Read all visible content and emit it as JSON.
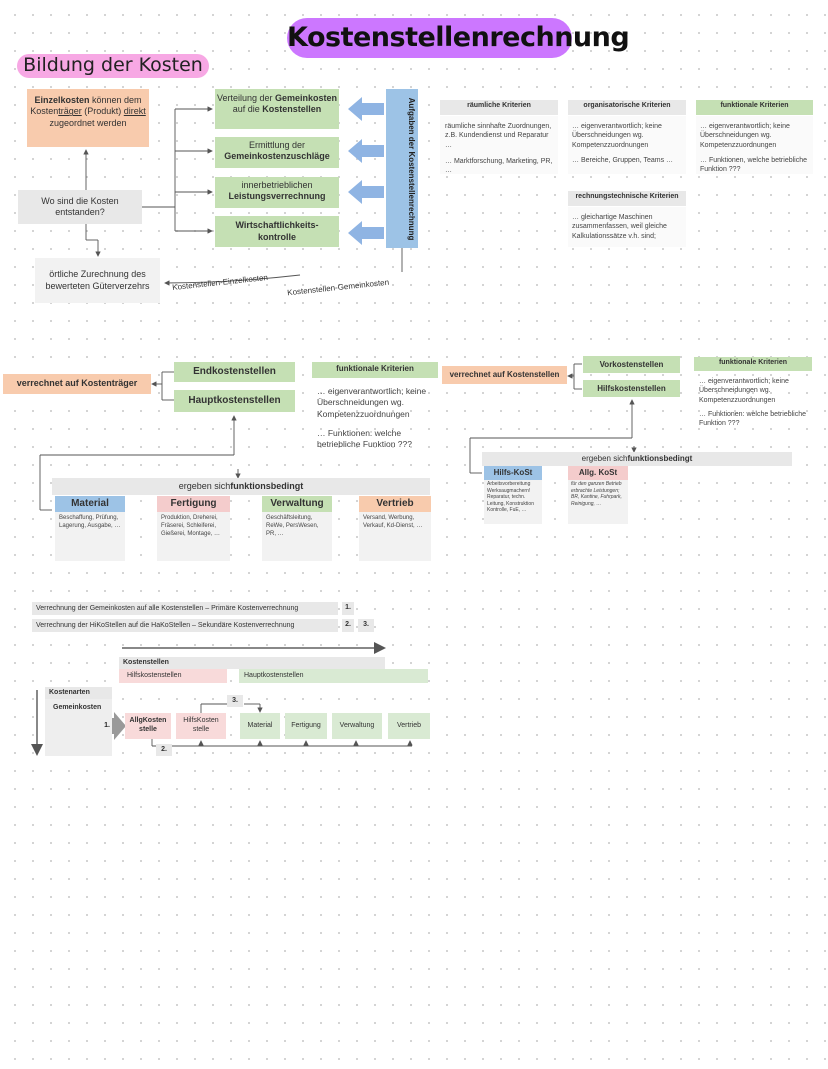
{
  "title": "Kostenstellenrechnung",
  "subtitle": "Bildung der Kosten",
  "section1": {
    "einzel_pre": "Einzelkosten",
    "einzel_mid": " können dem Kosten",
    "einzel_traeger": "träger",
    "einzel_post1": " (Produkt) ",
    "einzel_direkt": "direkt",
    "einzel_post2": " zugeordnet werden",
    "question": "Wo sind die Kosten entstanden?",
    "oertlich": "örtliche Zurechnung des bewerteten Güterverzehrs",
    "task1_pre": "Verteilung der ",
    "task1_b1": "Gemeinkosten",
    "task1_mid": " auf die ",
    "task1_b2": "Kostenstellen",
    "task2_pre": "Ermittlung der ",
    "task2_b": "Gemeinkostenzuschläge",
    "task3_pre": "innerbetrieblichen ",
    "task3_b": "Leistungsverrechnung",
    "task4_b": "Wirtschaftlichkeits-kontrolle",
    "aufgaben": "Aufgaben der Kostenstellenrechnung",
    "ks_einzel": "Kostenstellen-Einzelkosten",
    "ks_gemein": "Kostenstellen-Gemeinkosten"
  },
  "criteria": {
    "raeumlich_h": "räumliche Kriterien",
    "raeumlich_t1": "räumliche sinnhafte Zuordnungen, z.B. Kundendienst und Reparatur …",
    "raeumlich_t2": "… Marktforschung, Marketing, PR, …",
    "org_h": "organisatorische Kriterien",
    "org_t1": "… eigenverantwortlich; keine Überschneidungen wg. Kompetenzzuordnungen",
    "org_t2": "… Bereiche, Gruppen, Teams …",
    "funk_h": "funktionale Kriterien",
    "funk_t1": "… eigenverantwortlich; keine Überschneidungen wg. Kompetenzzuordnungen",
    "funk_t2": "… Funktionen, welche betriebliche Funktion ???",
    "rech_h": "rechnungstechnische Kriterien",
    "rech_t1": "… gleichartige Maschinen zusammenfassen, weil gleiche Kalkulationssätze v.h. sind;"
  },
  "section2": {
    "verrechnet": "verrechnet auf Kostenträger",
    "end": "Endkostenstellen",
    "haupt": "Hauptkostenstellen",
    "funk_h": "funktionale Kriterien",
    "funk_t1": "… eigenverantwortlich; keine Überschneidungen wg. Kompetenzzuordnungen",
    "funk_t2": "… Funktionen: welche betriebliche Funktion ???",
    "ergeben_pre": "ergeben sich ",
    "ergeben_b": "funktionsbedingt",
    "cols": [
      {
        "name": "Material",
        "text": "Beschaffung, Prüfung, Lagerung, Ausgabe, …"
      },
      {
        "name": "Fertigung",
        "text": "Produktion, Dreherei, Fräserei, Schleiferei, Gießerei, Montage, …"
      },
      {
        "name": "Verwaltung",
        "text": "Geschäftsleitung, ReWe, PersWesen, PR, …"
      },
      {
        "name": "Vertrieb",
        "text": "Versand, Werbung, Verkauf, Kd-Dienst, …"
      }
    ]
  },
  "section3": {
    "verrechnet": "verrechnet auf Kostenstellen",
    "vor": "Vorkostenstellen",
    "hilfs": "Hilfskostenstellen",
    "funk_h": "funktionale Kriterien",
    "funk_t1": "… eigenverantwortlich; keine Überschneidungen wg. Kompetenzzuordnungen",
    "funk_t2": "… Funktionen: welche betriebliche Funktion ???",
    "ergeben_pre": "ergeben sich ",
    "ergeben_b": "funktionsbedingt",
    "hilfs_kost": "Hilfs-KoSt",
    "hilfs_text": "Arbeitsvorbereitung Werksaugmachern! Reparatur, techn. Leitung, Konstruktion Kontrolle, FuE, …",
    "allg_kost": "Allg. KoSt",
    "allg_text": "für den ganzen Betrieb erbrachte Leistungen; BR, Kantine, Fuhrpark, Reinigung, …"
  },
  "section4": {
    "primaer": "Verrechnung der Gemeinkosten auf alle Kostenstellen – Primäre Kostenverrechnung",
    "primaer_n": "1.",
    "sekundaer": "Verrechnung der HiKoStellen auf die HaKoStellen – Sekundäre Kostenverrechnung",
    "sek_n1": "2.",
    "sek_n2": "3.",
    "kostenstellen": "Kostenstellen",
    "hilfsks": "Hilfskostenstellen",
    "hauptks": "Hauptkostenstellen",
    "kostenarten": "Kostenarten",
    "gemeinkosten": "Gemeinkosten",
    "n1": "1.",
    "n2": "2.",
    "n3": "3.",
    "allg": "AllgKosten stelle",
    "hilfs": "HilfsKosten stelle",
    "material": "Material",
    "fertigung": "Fertigung",
    "verwaltung": "Verwaltung",
    "vertrieb": "Vertrieb"
  },
  "colors": {
    "purple_highlight": "#cc66ff",
    "pink_highlight": "#f5a3e0",
    "green": "#c5e0b4",
    "orange": "#f8cbad",
    "blue": "#9dc3e6",
    "gray": "#e8e8e8"
  }
}
